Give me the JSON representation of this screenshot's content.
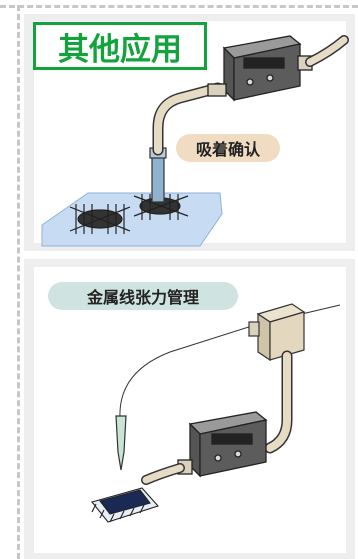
{
  "title": "其他应用",
  "labels": {
    "suction_check": "吸着确认",
    "wire_tension": "金属线张力管理"
  },
  "colors": {
    "title_green": "#13a33d",
    "pill1_bg": "#efdcc2",
    "pill2_bg": "#cfe4e1",
    "panel_bg": "#eeeeee"
  }
}
